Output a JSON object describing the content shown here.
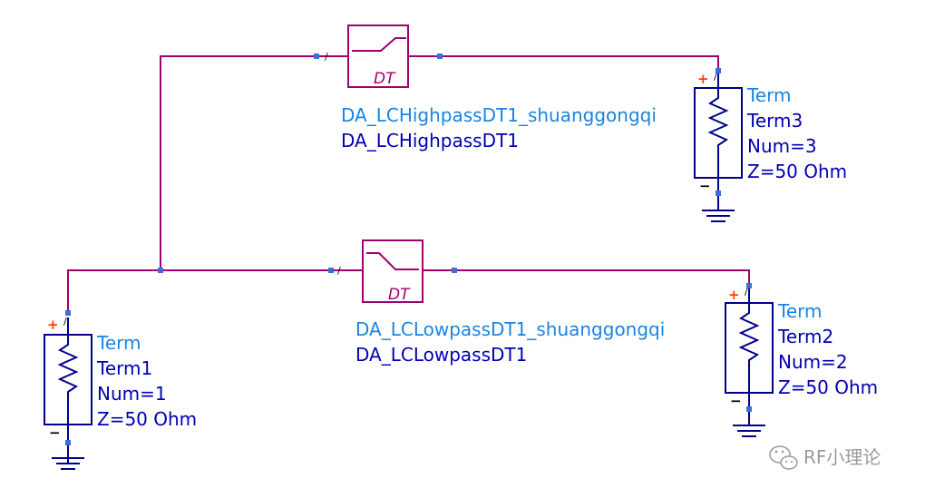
{
  "filters": {
    "highpass": {
      "symbol": "DT",
      "instance": "DA_LCHighpassDT1_shuanggongqi",
      "model": "DA_LCHighpassDT1"
    },
    "lowpass": {
      "symbol": "DT",
      "instance": "DA_LCLowpassDT1_shuanggongqi",
      "model": "DA_LCLowpassDT1"
    }
  },
  "terms": {
    "term1": {
      "type": "Term",
      "name": "Term1",
      "num": "Num=1",
      "z": "Z=50 Ohm"
    },
    "term2": {
      "type": "Term",
      "name": "Term2",
      "num": "Num=2",
      "z": "Z=50 Ohm"
    },
    "term3": {
      "type": "Term",
      "name": "Term3",
      "num": "Num=3",
      "z": "Z=50 Ohm"
    }
  },
  "pin_marks": {
    "plus": "+",
    "minus": "−",
    "slash": "/"
  },
  "watermark": {
    "text": "RF小理论",
    "icon": "wechat-icon"
  },
  "colors": {
    "wire": "#a0006e",
    "component": "#00008b",
    "label_primary": "#1a84e0",
    "label_secondary": "#0000b4",
    "pin": "#3a6ed8",
    "plus": "#ff4000"
  }
}
